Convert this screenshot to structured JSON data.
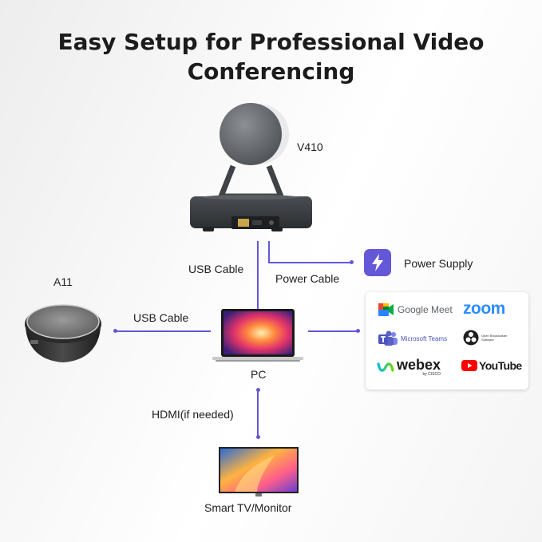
{
  "title": {
    "line1": "Easy Setup for Professional Video",
    "line2": "Conferencing"
  },
  "devices": {
    "camera": "V410",
    "speaker": "A11",
    "pc": "PC",
    "tv": "Smart TV/Monitor",
    "power": "Power Supply"
  },
  "cables": {
    "camera_usb": "USB Cable",
    "power": "Power Cable",
    "speaker_usb": "USB Cable",
    "hdmi": "HDMI(if needed)"
  },
  "software": {
    "google_meet": "Google Meet",
    "zoom": "zoom",
    "teams": "Microsoft Teams",
    "obs_line1": "Open Broadcaster",
    "obs_line2": "Software",
    "webex": "webex",
    "webex_sub": "by CISCO",
    "youtube": "YouTube"
  },
  "colors": {
    "accent": "#6457d8",
    "zoom_blue": "#2d8cff",
    "youtube_red": "#ff0000",
    "teams_purple": "#5b5fc7"
  }
}
